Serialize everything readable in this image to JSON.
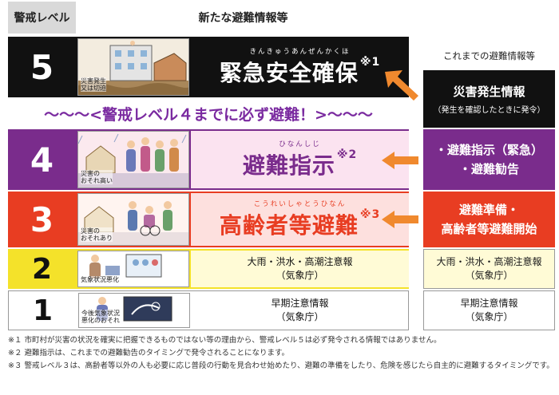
{
  "header": {
    "level_col": "警戒レベル",
    "new_col": "新たな避難情報等",
    "old_col": "これまでの避難情報等"
  },
  "banner": "〜〜〜<警戒レベル４までに必ず避難！>〜〜〜",
  "levels": [
    {
      "num": "5",
      "ruby": "きんきゅうあんぜんかくほ",
      "label": "緊急安全確保",
      "note": "※1",
      "caption": "災害発生\n又は切迫"
    },
    {
      "num": "4",
      "ruby": "ひなんしじ",
      "label": "避難指示",
      "note": "※2",
      "caption": "災害の\nおそれ高い"
    },
    {
      "num": "3",
      "ruby": "こうれいしゃとうひなん",
      "label": "高齢者等避難",
      "note": "※3",
      "caption": "災害の\nおそれあり"
    },
    {
      "num": "2",
      "line1": "大雨・洪水・高潮注意報",
      "line2": "（気象庁）",
      "caption": "気象状況悪化"
    },
    {
      "num": "1",
      "line1": "早期注意情報",
      "line2": "（気象庁）",
      "caption": "今後気象状況\n悪化のおそれ"
    }
  ],
  "old": {
    "l5_title": "災害発生情報",
    "l5_sub": "（発生を確認したときに発令）",
    "l4_line1": "・避難指示（緊急）",
    "l4_line2": "・避難勧告",
    "l3_line1": "避難準備・",
    "l3_line2": "高齢者等避難開始",
    "l2_line1": "大雨・洪水・高潮注意報",
    "l2_line2": "（気象庁）",
    "l1_line1": "早期注意情報",
    "l1_line2": "（気象庁）"
  },
  "footnotes": [
    "※１ 市町村が災害の状況を確実に把握できるものではない等の理由から、警戒レベル５は必ず発令される情報ではありません。",
    "※２ 避難指示は、これまでの避難勧告のタイミングで発令されることになります。",
    "※３ 警戒レベル３は、高齢者等以外の人も必要に応じ普段の行動を見合わせ始めたり、避難の準備をしたり、危険を感じたら自主的に避難するタイミングです。"
  ],
  "colors": {
    "level5": "#111111",
    "level4": "#7a2c8c",
    "level3": "#e83d22",
    "level2": "#f4e22a",
    "arrow": "#f0892e"
  }
}
